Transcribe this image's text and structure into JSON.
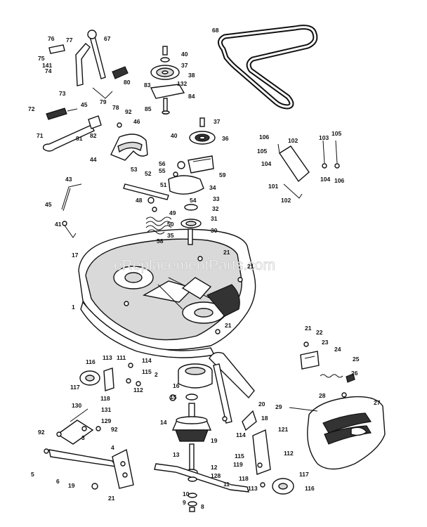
{
  "watermark": "eReplacementParts.com",
  "callouts": [
    {
      "id": "c76",
      "text": "76"
    },
    {
      "id": "c77",
      "text": "77"
    },
    {
      "id": "c67",
      "text": "67"
    },
    {
      "id": "c75",
      "text": "75"
    },
    {
      "id": "c141",
      "text": "141"
    },
    {
      "id": "c74",
      "text": "74"
    },
    {
      "id": "c73",
      "text": "73"
    },
    {
      "id": "c80",
      "text": "80"
    },
    {
      "id": "c79",
      "text": "79"
    },
    {
      "id": "c78",
      "text": "78"
    },
    {
      "id": "c92a",
      "text": "92"
    },
    {
      "id": "c72",
      "text": "72"
    },
    {
      "id": "c45a",
      "text": "45"
    },
    {
      "id": "c82",
      "text": "82"
    },
    {
      "id": "c81",
      "text": "81"
    },
    {
      "id": "c71",
      "text": "71"
    },
    {
      "id": "c40a",
      "text": "40"
    },
    {
      "id": "c37a",
      "text": "37"
    },
    {
      "id": "c38",
      "text": "38"
    },
    {
      "id": "c83",
      "text": "83"
    },
    {
      "id": "c132",
      "text": "132"
    },
    {
      "id": "c84",
      "text": "84"
    },
    {
      "id": "c85",
      "text": "85"
    },
    {
      "id": "c68",
      "text": "68"
    },
    {
      "id": "c46",
      "text": "46"
    },
    {
      "id": "c37b",
      "text": "37"
    },
    {
      "id": "c40b",
      "text": "40"
    },
    {
      "id": "c36",
      "text": "36"
    },
    {
      "id": "c44",
      "text": "44"
    },
    {
      "id": "c56",
      "text": "56"
    },
    {
      "id": "c59",
      "text": "59"
    },
    {
      "id": "c53",
      "text": "53"
    },
    {
      "id": "c55",
      "text": "55"
    },
    {
      "id": "c52",
      "text": "52"
    },
    {
      "id": "c51",
      "text": "51"
    },
    {
      "id": "c34",
      "text": "34"
    },
    {
      "id": "c48",
      "text": "48"
    },
    {
      "id": "c54",
      "text": "54"
    },
    {
      "id": "c33",
      "text": "33"
    },
    {
      "id": "c32",
      "text": "32"
    },
    {
      "id": "c49",
      "text": "49"
    },
    {
      "id": "c31",
      "text": "31"
    },
    {
      "id": "c50",
      "text": "50"
    },
    {
      "id": "c30",
      "text": "30"
    },
    {
      "id": "c58",
      "text": "58"
    },
    {
      "id": "c35",
      "text": "35"
    },
    {
      "id": "c43",
      "text": "43"
    },
    {
      "id": "c45b",
      "text": "45"
    },
    {
      "id": "c41",
      "text": "41"
    },
    {
      "id": "c106a",
      "text": "106"
    },
    {
      "id": "c102a",
      "text": "102"
    },
    {
      "id": "c105a",
      "text": "105"
    },
    {
      "id": "c104a",
      "text": "104"
    },
    {
      "id": "c103",
      "text": "103"
    },
    {
      "id": "c105b",
      "text": "105"
    },
    {
      "id": "c101",
      "text": "101"
    },
    {
      "id": "c104b",
      "text": "104"
    },
    {
      "id": "c106b",
      "text": "106"
    },
    {
      "id": "c102b",
      "text": "102"
    },
    {
      "id": "c17",
      "text": "17"
    },
    {
      "id": "c21a",
      "text": "21"
    },
    {
      "id": "c21b",
      "text": "21"
    },
    {
      "id": "c1",
      "text": "1"
    },
    {
      "id": "c21c",
      "text": "21"
    },
    {
      "id": "c21d",
      "text": "21"
    },
    {
      "id": "c22",
      "text": "22"
    },
    {
      "id": "c23",
      "text": "23"
    },
    {
      "id": "c24",
      "text": "24"
    },
    {
      "id": "c25",
      "text": "25"
    },
    {
      "id": "c26",
      "text": "26"
    },
    {
      "id": "c116a",
      "text": "116"
    },
    {
      "id": "c113a",
      "text": "113"
    },
    {
      "id": "c111",
      "text": "111"
    },
    {
      "id": "c114a",
      "text": "114"
    },
    {
      "id": "c115a",
      "text": "115"
    },
    {
      "id": "c2",
      "text": "2"
    },
    {
      "id": "c117a",
      "text": "117"
    },
    {
      "id": "c118a",
      "text": "118"
    },
    {
      "id": "c112a",
      "text": "112"
    },
    {
      "id": "c16",
      "text": "16"
    },
    {
      "id": "c28",
      "text": "28"
    },
    {
      "id": "c27",
      "text": "27"
    },
    {
      "id": "c29",
      "text": "29"
    },
    {
      "id": "c15",
      "text": "15"
    },
    {
      "id": "c20",
      "text": "20"
    },
    {
      "id": "c130",
      "text": "130"
    },
    {
      "id": "c131",
      "text": "131"
    },
    {
      "id": "c129",
      "text": "129"
    },
    {
      "id": "c92b",
      "text": "92"
    },
    {
      "id": "c92c",
      "text": "92"
    },
    {
      "id": "c3",
      "text": "3"
    },
    {
      "id": "c14",
      "text": "14"
    },
    {
      "id": "c18",
      "text": "18"
    },
    {
      "id": "c19a",
      "text": "19"
    },
    {
      "id": "c121",
      "text": "121"
    },
    {
      "id": "c114b",
      "text": "114"
    },
    {
      "id": "c4",
      "text": "4"
    },
    {
      "id": "c5",
      "text": "5"
    },
    {
      "id": "c6",
      "text": "6"
    },
    {
      "id": "c13",
      "text": "13"
    },
    {
      "id": "c12",
      "text": "12"
    },
    {
      "id": "c128",
      "text": "128"
    },
    {
      "id": "c115b",
      "text": "115"
    },
    {
      "id": "c112b",
      "text": "112"
    },
    {
      "id": "c119",
      "text": "119"
    },
    {
      "id": "c118b",
      "text": "118"
    },
    {
      "id": "c117b",
      "text": "117"
    },
    {
      "id": "c113b",
      "text": "113"
    },
    {
      "id": "c116b",
      "text": "116"
    },
    {
      "id": "c19b",
      "text": "19"
    },
    {
      "id": "c21e",
      "text": "21"
    },
    {
      "id": "c11",
      "text": "11"
    },
    {
      "id": "c10",
      "text": "10"
    },
    {
      "id": "c9",
      "text": "9"
    },
    {
      "id": "c8",
      "text": "8"
    }
  ]
}
